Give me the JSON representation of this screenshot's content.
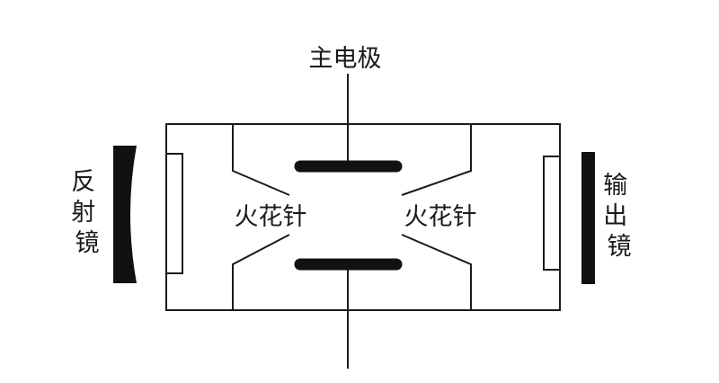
{
  "labels": {
    "main_electrode": "主电极",
    "spark_pin_left": "火花针",
    "spark_pin_right": "火花针",
    "reflector_mirror": "反射镜",
    "output_mirror": "输出镜"
  },
  "colors": {
    "line": "#1a1a1a",
    "fill_dark": "#111111",
    "background": "#ffffff"
  }
}
